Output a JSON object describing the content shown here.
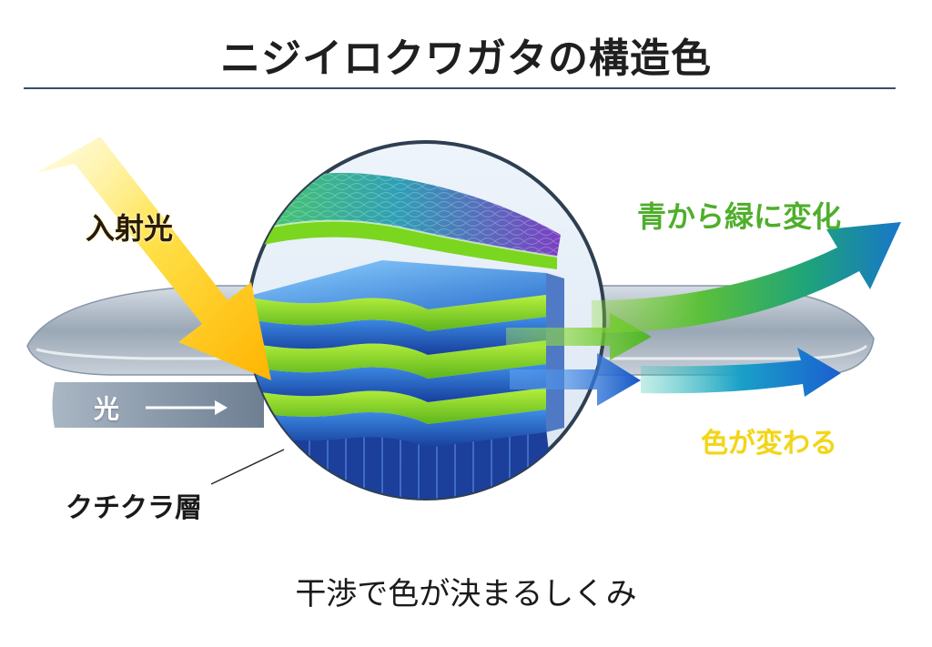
{
  "title": "ニジイロクワガタの構造色",
  "labels": {
    "incident_light": "入射光",
    "light": "光",
    "cuticle_layer": "クチクラ層",
    "blue_to_green": "青から緑に変化",
    "color_changes": "色が変わる"
  },
  "caption": "干渉で色が決まるしくみ",
  "colors": {
    "incident_arrow": "#ffd21f",
    "green_layer": "#7fd21a",
    "blue_layer": "#1f5fbf",
    "reflect_green": "#6ccb2a",
    "reflect_blue": "#1e6fd6",
    "title_rule": "#3a4f66"
  }
}
